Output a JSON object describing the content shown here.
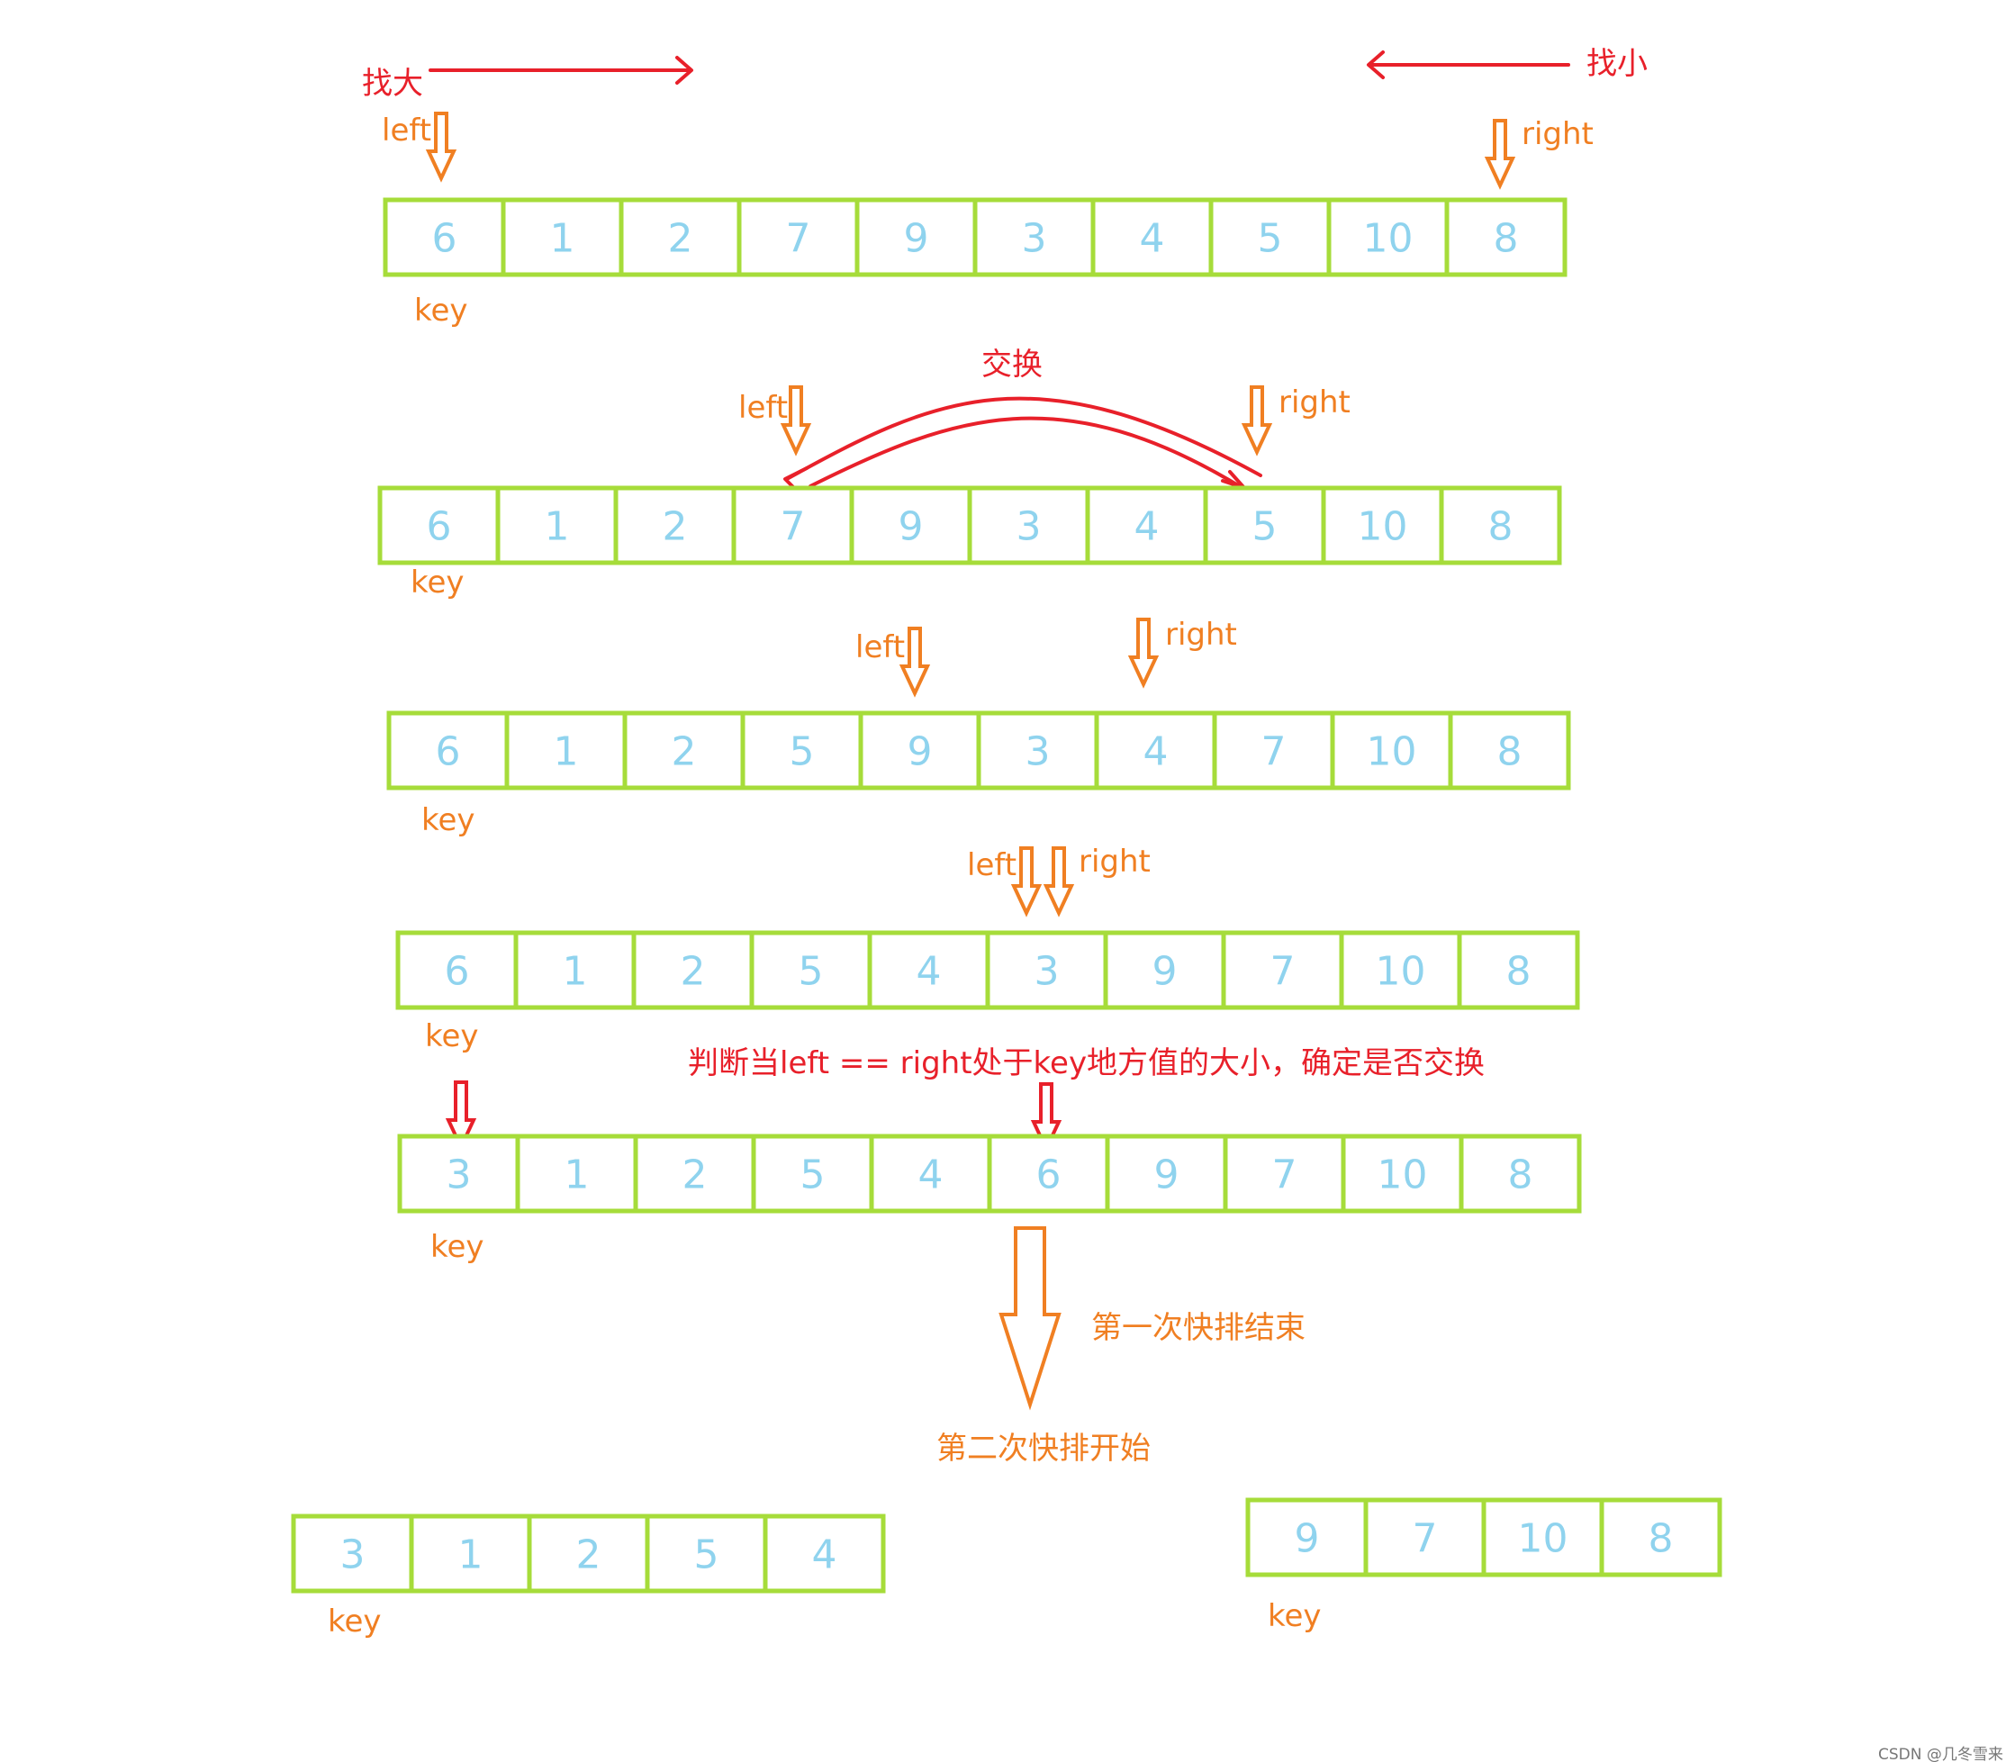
{
  "labels": {
    "find_big": "找大",
    "find_small": "找小",
    "left": "left",
    "right": "right",
    "key": "key",
    "swap": "交换",
    "judge": "判断当left == right处于key地方值的大小，确定是否交换",
    "first_end": "第一次快排结束",
    "second_start": "第二次快排开始",
    "watermark": "CSDN @几冬雪来"
  },
  "colors": {
    "cell_border": "#a6dc3a",
    "cell_text": "#8fd3ee",
    "orange": "#f07f22",
    "red": "#e8202a"
  },
  "arrays": [
    [
      "6",
      "1",
      "2",
      "7",
      "9",
      "3",
      "4",
      "5",
      "10",
      "8"
    ],
    [
      "6",
      "1",
      "2",
      "7",
      "9",
      "3",
      "4",
      "5",
      "10",
      "8"
    ],
    [
      "6",
      "1",
      "2",
      "5",
      "9",
      "3",
      "4",
      "7",
      "10",
      "8"
    ],
    [
      "6",
      "1",
      "2",
      "5",
      "4",
      "3",
      "9",
      "7",
      "10",
      "8"
    ],
    [
      "3",
      "1",
      "2",
      "5",
      "4",
      "6",
      "9",
      "7",
      "10",
      "8"
    ],
    [
      "3",
      "1",
      "2",
      "5",
      "4"
    ],
    [
      "9",
      "7",
      "10",
      "8"
    ]
  ]
}
